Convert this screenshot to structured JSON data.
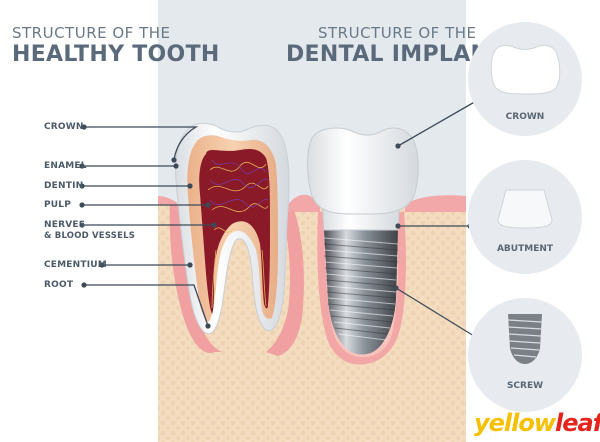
{
  "healthy": {
    "title_top": "STRUCTURE OF THE",
    "title_main": "HEALTHY TOOTH"
  },
  "implant": {
    "title_top": "STRUCTURE OF THE",
    "title_main": "DENTAL IMPLANT"
  },
  "labels": {
    "crown": "CROWN",
    "enamel": "ENAMEL",
    "dentin": "DENTIN",
    "pulp": "PULP",
    "nerves_line1": "NERVES",
    "nerves_line2": "& BLOOD VESSELS",
    "cementium": "CEMENTIUM",
    "root": "ROOT"
  },
  "parts": {
    "crown": "CROWN",
    "abutment": "ABUTMENT",
    "screw": "SCREW"
  },
  "brand": {
    "part1": "yellow",
    "part2": "leaf"
  },
  "colors": {
    "panel": "#e4e9ee",
    "gum": "#f2a8a8",
    "bone": "#f3dcbf",
    "pulp": "#8a1a28",
    "dentin": "#f0c39a",
    "brand_yellow": "#f5c000",
    "brand_red": "#e5241b",
    "leader": "#3c4a58"
  }
}
